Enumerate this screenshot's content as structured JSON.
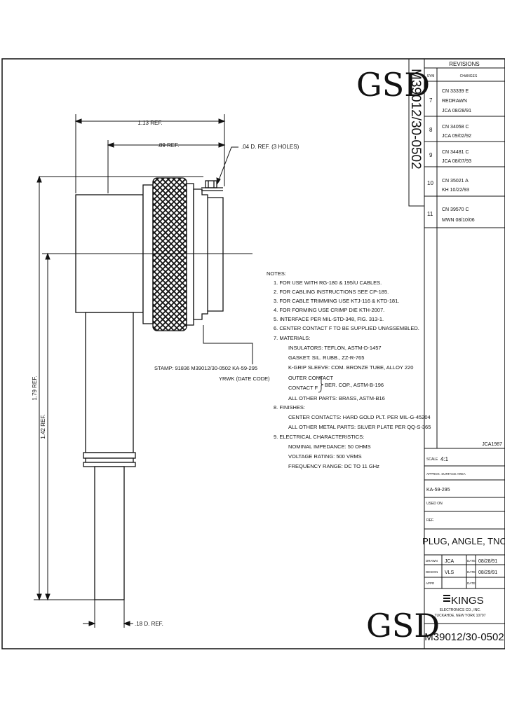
{
  "logo": {
    "top": "GSD",
    "bottom": "GSD"
  },
  "part_number_vertical": "M39012/30-0502",
  "dimensions": {
    "overall_width": "1.13 REF.",
    "inner_width": ".89 REF.",
    "holes": ".04 D. REF. (3 HOLES)",
    "total_height": "1.79 REF.",
    "body_height": "1.42 REF.",
    "cable_dia": ".18 D. REF."
  },
  "stamp": {
    "line1": "STAMP: 91836 M39012/30-0502 KA-59-295",
    "line2": "YRWK (DATE CODE)"
  },
  "notes": {
    "heading": "NOTES:",
    "lines": [
      "1. FOR USE WITH RG-180 & 195/U CABLES.",
      "2. FOR CABLING INSTRUCTIONS SEE CP-185.",
      "3. FOR CABLE TRIMMING USE KTJ-116 & KTD-181.",
      "4. FOR FORMING USE CRIMP DIE KTH-2007.",
      "5. INTERFACE PER MIL-STD-348, FIG. 313-1.",
      "6. CENTER CONTACT F TO BE SUPPLIED UNASSEMBLED.",
      "7. MATERIALS:",
      "INSULATORS: TEFLON, ASTM-D-1457",
      "GASKET: SIL. RUBB., ZZ-R-765",
      "K-GRIP SLEEVE: COM. BRONZE TUBE, ALLOY 220",
      "OUTER CONTACT",
      "CONTACT F",
      "BER. COP., ASTM-B-196",
      "ALL OTHER PARTS: BRASS, ASTM-B16",
      "8. FINISHES:",
      "CENTER CONTACTS: HARD GOLD PLT. PER MIL-G-45204",
      "ALL OTHER METAL PARTS: SILVER PLATE PER QQ-S-365",
      "9. ELECTRICAL CHARACTERISTICS:",
      "NOMINAL IMPEDANCE: 50 OHMS",
      "VOLTAGE RATING: 500 VRMS",
      "FREQUENCY RANGE: DC TO 11 GHz"
    ]
  },
  "revisions": {
    "title": "REVISIONS",
    "col_rev": "SYM",
    "col_changes": "CHANGES",
    "rows": [
      {
        "sym": "7",
        "l1": "CN  33339 E",
        "l2": "REDRAWN",
        "l3": "JCA  08/28/91"
      },
      {
        "sym": "8",
        "l1": "CN  34058 C",
        "l2": "JCA  09/02/92",
        "l3": ""
      },
      {
        "sym": "9",
        "l1": "CN  34481 C",
        "l2": "JCA  08/07/93",
        "l3": ""
      },
      {
        "sym": "10",
        "l1": "CN  35021 A",
        "l2": "KH  10/22/93",
        "l3": ""
      },
      {
        "sym": "11",
        "l1": "CN  39570 C",
        "l2": "MWN 08/10/06",
        "l3": ""
      }
    ]
  },
  "title_block": {
    "drawing_ref": "JCA1987",
    "scale_label": "SCALE",
    "scale_value": "4:1",
    "surface_label": "APPROX. SURFACE AREA",
    "kit": "KA-59-295",
    "used_on": "USED ON",
    "ref": "REF.",
    "title": "PLUG, ANGLE, TNC",
    "drawn_label": "DRAWN",
    "drawn_by": "JCA",
    "drawn_date_label": "DATE",
    "drawn_date": "08/28/91",
    "design_label": "DESIGN",
    "design_by": "VLS",
    "design_date_label": "DATE",
    "design_date": "08/29/91",
    "appr_label": "APPR",
    "appr_date_label": "DATE",
    "company": "KINGS",
    "company_line1": "ELECTRONICS CO., INC.",
    "company_line2": "TUCKAHOE, NEW YORK 10707",
    "part_number": "M39012/30-0502"
  }
}
